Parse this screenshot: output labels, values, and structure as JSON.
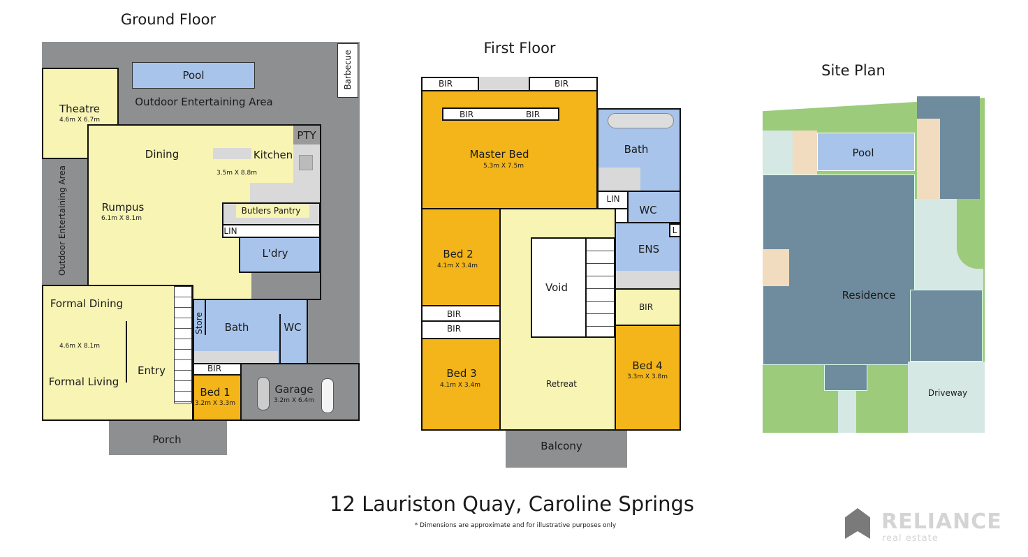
{
  "ground_floor": {
    "heading": "Ground Floor",
    "rooms": {
      "pool": "Pool",
      "outdoor_top": "Outdoor Entertaining Area",
      "barbecue": "Barbecue",
      "theatre": "Theatre",
      "theatre_dim": "4.6m X 6.7m",
      "dining": "Dining",
      "kitchen": "Kitchen",
      "kitchen_dim": "3.5m X 8.8m",
      "pty": "PTY",
      "outdoor_side": "Outdoor Entertaining Area",
      "rumpus": "Rumpus",
      "rumpus_dim": "6.1m X 8.1m",
      "butlers": "Butlers Pantry",
      "lin": "LIN",
      "laundry": "L'dry",
      "formal_dining": "Formal Dining",
      "formal_dim": "4.6m X 8.1m",
      "formal_living": "Formal Living",
      "entry": "Entry",
      "store": "Store",
      "bath": "Bath",
      "wc": "WC",
      "bir": "BIR",
      "bed1": "Bed 1",
      "bed1_dim": "3.2m X 3.3m",
      "garage": "Garage",
      "garage_dim": "3.2m X 6.4m",
      "porch": "Porch"
    }
  },
  "first_floor": {
    "heading": "First Floor",
    "rooms": {
      "bir_tl": "BIR",
      "bir_tr": "BIR",
      "bir_in1": "BIR",
      "bir_in2": "BIR",
      "master": "Master Bed",
      "master_dim": "5.3m X 7.5m",
      "bath": "Bath",
      "lin": "LIN",
      "wc": "WC",
      "l": "L",
      "ens": "ENS",
      "bed2": "Bed 2",
      "bed2_dim": "4.1m X 3.4m",
      "bir_a": "BIR",
      "bir_b": "BIR",
      "void": "Void",
      "bir_r": "BIR",
      "bed3": "Bed 3",
      "bed3_dim": "4.1m X 3.4m",
      "retreat": "Retreat",
      "bed4": "Bed 4",
      "bed4_dim": "3.3m X 3.8m",
      "balcony": "Balcony"
    }
  },
  "site_plan": {
    "heading": "Site  Plan",
    "pool": "Pool",
    "residence": "Residence",
    "driveway": "Driveway"
  },
  "footer": {
    "address": "12 Lauriston  Quay, Caroline Springs",
    "disclaimer": "* Dimensions are approximate and for illustrative purposes only"
  },
  "logo": {
    "name": "RELIANCE",
    "tagline": "real estate"
  }
}
